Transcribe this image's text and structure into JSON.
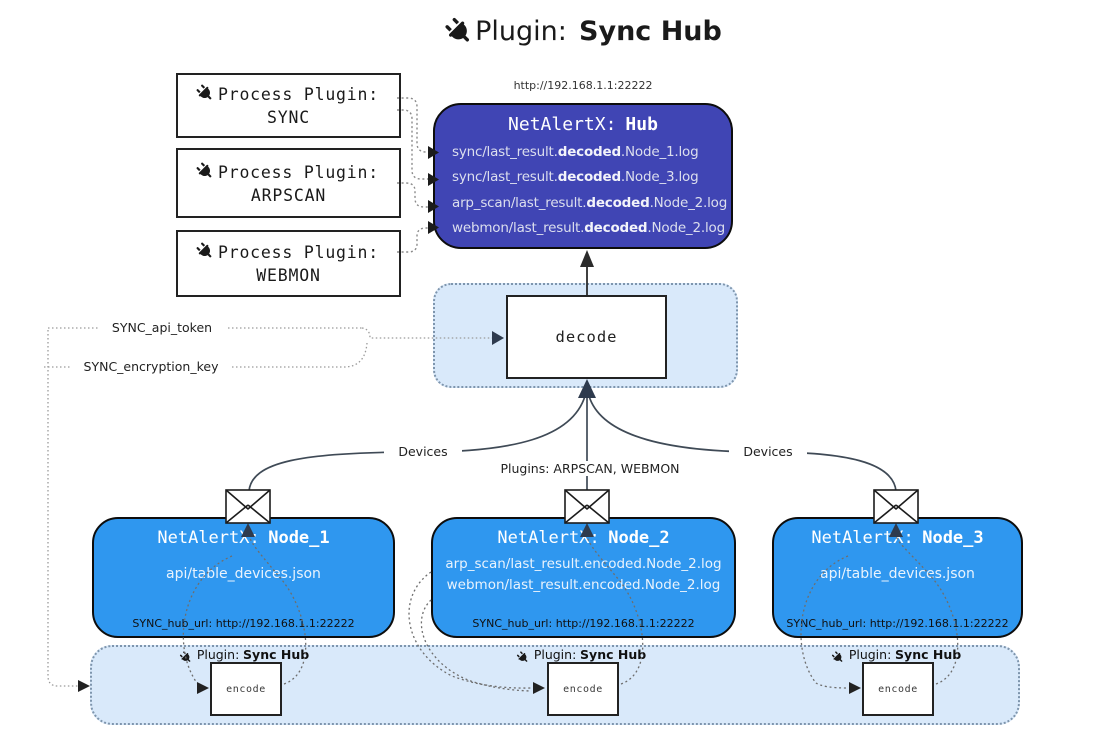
{
  "title": {
    "icon": "plug-icon",
    "label": "Plugin:",
    "bold": "Sync Hub"
  },
  "process_plugins": [
    {
      "label": "Process Plugin:",
      "name": "SYNC"
    },
    {
      "label": "Process Plugin:",
      "name": "ARPSCAN"
    },
    {
      "label": "Process Plugin:",
      "name": "WEBMON"
    }
  ],
  "hub": {
    "url": "http://192.168.1.1:22222",
    "name_prefix": "NetAlertX:",
    "name_bold": "Hub",
    "logs": [
      {
        "pre": "sync/last_result.",
        "bold": "decoded",
        "post": ".Node_1.log"
      },
      {
        "pre": "sync/last_result.",
        "bold": "decoded",
        "post": ".Node_3.log"
      },
      {
        "pre": "arp_scan/last_result.",
        "bold": "decoded",
        "post": ".Node_2.log"
      },
      {
        "pre": "webmon/last_result.",
        "bold": "decoded",
        "post": ".Node_2.log"
      }
    ]
  },
  "decode": {
    "label": "decode"
  },
  "settings": {
    "api_token": "SYNC_api_token",
    "encryption_key": "SYNC_encryption_key"
  },
  "edge_labels": {
    "devices_left": "Devices",
    "devices_right": "Devices",
    "plugins_center": "Plugins: ARPSCAN, WEBMON"
  },
  "nodes": [
    {
      "name_prefix": "NetAlertX:",
      "name_bold": "Node_1",
      "files": [
        "api/table_devices.json"
      ],
      "hub_url": "SYNC_hub_url: http://192.168.1.1:22222"
    },
    {
      "name_prefix": "NetAlertX:",
      "name_bold": "Node_2",
      "files": [
        "arp_scan/last_result.encoded.Node_2.log",
        "webmon/last_result.encoded.Node_2.log"
      ],
      "hub_url": "SYNC_hub_url: http://192.168.1.1:22222"
    },
    {
      "name_prefix": "NetAlertX:",
      "name_bold": "Node_3",
      "files": [
        "api/table_devices.json"
      ],
      "hub_url": "SYNC_hub_url: http://192.168.1.1:22222"
    }
  ],
  "encoders": [
    {
      "plugin_label": "Plugin:",
      "plugin_bold": "Sync Hub",
      "box": "encode"
    },
    {
      "plugin_label": "Plugin:",
      "plugin_bold": "Sync Hub",
      "box": "encode"
    },
    {
      "plugin_label": "Plugin:",
      "plugin_bold": "Sync Hub",
      "box": "encode"
    }
  ],
  "colors": {
    "hub_fill": "#4045b4",
    "node_fill": "#2f97ef",
    "panel_fill": "#d9e9fa",
    "panel_border": "#7e95ad",
    "arrow_dark": "#222222",
    "arrow_navy": "#2e3b4e"
  }
}
